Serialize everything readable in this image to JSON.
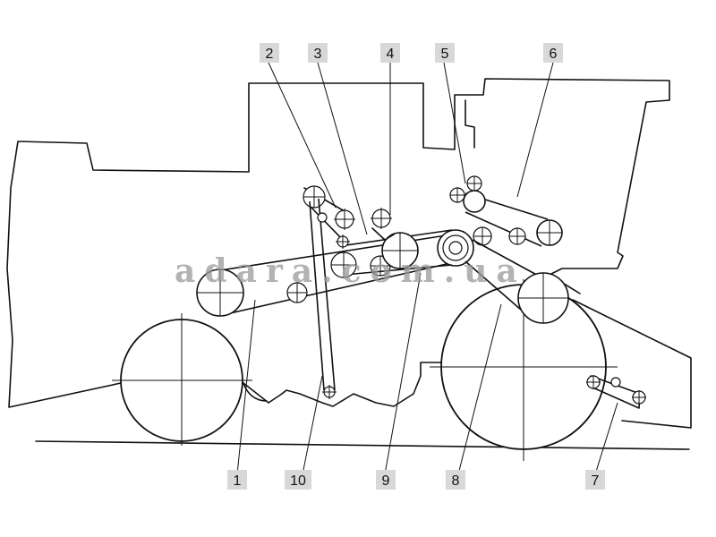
{
  "watermark": "adara.com.ua",
  "labels": [
    {
      "id": "1",
      "text": "1"
    },
    {
      "id": "2",
      "text": "2"
    },
    {
      "id": "3",
      "text": "3"
    },
    {
      "id": "4",
      "text": "4"
    },
    {
      "id": "5",
      "text": "5"
    },
    {
      "id": "6",
      "text": "6"
    },
    {
      "id": "7",
      "text": "7"
    },
    {
      "id": "8",
      "text": "8"
    },
    {
      "id": "9",
      "text": "9"
    },
    {
      "id": "10",
      "text": "10"
    }
  ],
  "colors": {
    "line": "#111111",
    "label_bg": "#d8d8d8",
    "watermark": "#9a9a9a"
  }
}
